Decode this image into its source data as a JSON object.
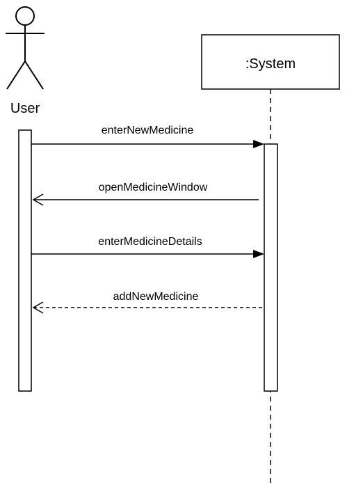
{
  "actor": {
    "name": "User"
  },
  "object": {
    "name": ":System"
  },
  "messages": [
    {
      "label": "enterNewMedicine",
      "direction": "to-system",
      "style": "solid",
      "arrowhead": "filled"
    },
    {
      "label": "openMedicineWindow",
      "direction": "to-user",
      "style": "solid",
      "arrowhead": "open"
    },
    {
      "label": "enterMedicineDetails",
      "direction": "to-system",
      "style": "solid",
      "arrowhead": "filled"
    },
    {
      "label": "addNewMedicine",
      "direction": "to-user",
      "style": "dashed",
      "arrowhead": "open"
    }
  ]
}
